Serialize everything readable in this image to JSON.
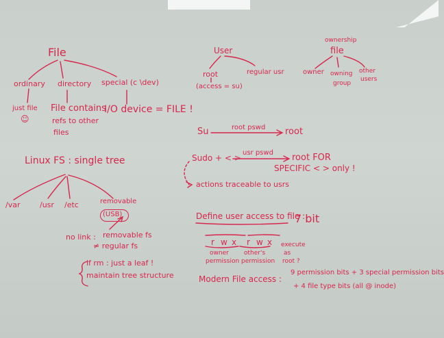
{
  "file_tree": {
    "root": "File",
    "ordinary": "ordinary",
    "directory": "directory",
    "special": "special (c \\dev)",
    "just_file": "just file",
    "smile": "☺",
    "file_contains": "File contains",
    "refs_to_other": "refs to other",
    "files": "files",
    "io_device": "I/O device = FILE !"
  },
  "user_tree": {
    "root": "User",
    "root_user": "root",
    "access_su": "(access = su)",
    "regular_usr": "regular usr"
  },
  "ownership_tree": {
    "ownership": "ownership",
    "file": "file",
    "owner": "owner",
    "owning": "owning",
    "group": "group",
    "other": "other",
    "users": "users"
  },
  "su_section": {
    "su": "Su",
    "root_pswd": "root pswd",
    "root": "root",
    "sudo": "Sudo + < >",
    "usr_pswd": "usr pswd",
    "root_for": "root FOR",
    "specific": "SPECIFIC < > only !",
    "actions": "actions traceable to usrs"
  },
  "linux_fs": {
    "title": "Linux FS : single tree",
    "var": "/var",
    "usr": "/usr",
    "etc": "/etc",
    "removable": "removable",
    "usb": "(USB)",
    "no_link": "no link : ",
    "removable_fs": "removable fs",
    "regular_fs": "≠ regular fs",
    "if_rm": "if rm : just a leaf !",
    "maintain": "maintain tree structure"
  },
  "access_section": {
    "define": "Define user access to file :",
    "seven_bit": "7 bit",
    "bits": [
      "r",
      "w",
      "x",
      "r",
      "w",
      "x"
    ],
    "owner": "owner",
    "permission": "permission",
    "others": "other's",
    "others_perm": "permission",
    "execute": "execute",
    "as": "as",
    "root_q": "root ?",
    "modern": "Modern File access :",
    "line1": "9 permission bits + 3 special permission bits",
    "line2": "+ 4 file type bits (all @ inode)"
  }
}
